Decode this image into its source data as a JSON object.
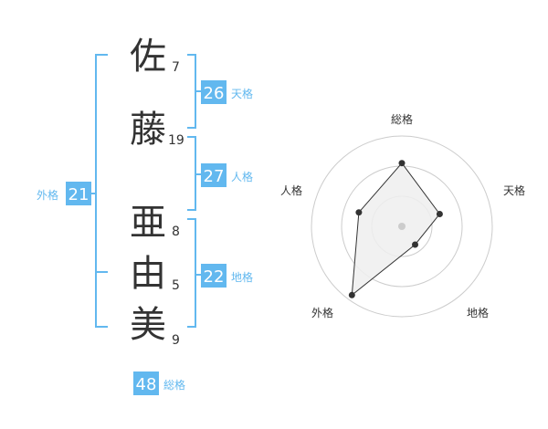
{
  "name": {
    "characters": [
      {
        "char": "佐",
        "strokes": "7"
      },
      {
        "char": "藤",
        "strokes": "19"
      },
      {
        "char": "亜",
        "strokes": "8"
      },
      {
        "char": "由",
        "strokes": "5"
      },
      {
        "char": "美",
        "strokes": "9"
      }
    ]
  },
  "fortune": {
    "tenkaku": {
      "value": "26",
      "label": "天格"
    },
    "jinkaku": {
      "value": "27",
      "label": "人格"
    },
    "chikaku": {
      "value": "22",
      "label": "地格"
    },
    "gaikaku": {
      "value": "21",
      "label": "外格"
    },
    "soukaku": {
      "value": "48",
      "label": "総格"
    }
  },
  "chart_data": {
    "type": "radar",
    "axes": [
      "総格",
      "天格",
      "地格",
      "外格",
      "人格"
    ],
    "values": [
      0.7,
      0.44,
      0.25,
      0.94,
      0.5
    ],
    "range": [
      0,
      1
    ],
    "rings": 3
  },
  "colors": {
    "accent": "#62b8ef",
    "bracket": "#62b8ef",
    "radar_fill": "#efefef",
    "radar_line": "#333333",
    "ring": "#cccccc"
  }
}
